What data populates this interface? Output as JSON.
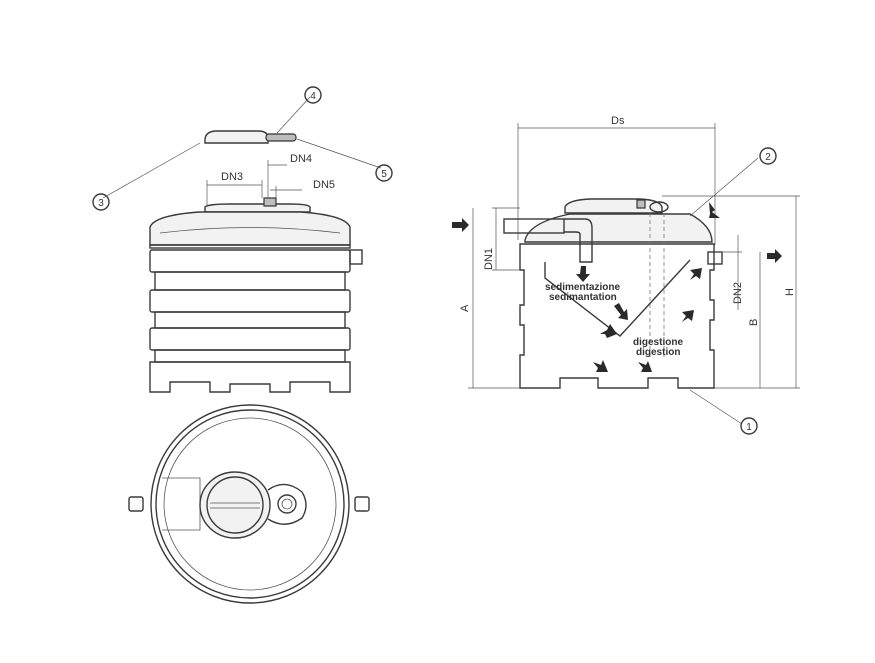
{
  "labels": {
    "dn1": "DN1",
    "dn2": "DN2",
    "dn3": "DN3",
    "dn4": "DN4",
    "dn5": "DN5",
    "ds": "Ds",
    "a": "A",
    "b": "B",
    "h": "H"
  },
  "callouts": [
    "1",
    "2",
    "3",
    "4",
    "5"
  ],
  "zones": {
    "sedimentation_it": "sedimentazione",
    "sedimentation_en": "sedimantation",
    "digestion_it": "digestione",
    "digestion_en": "digestion"
  }
}
